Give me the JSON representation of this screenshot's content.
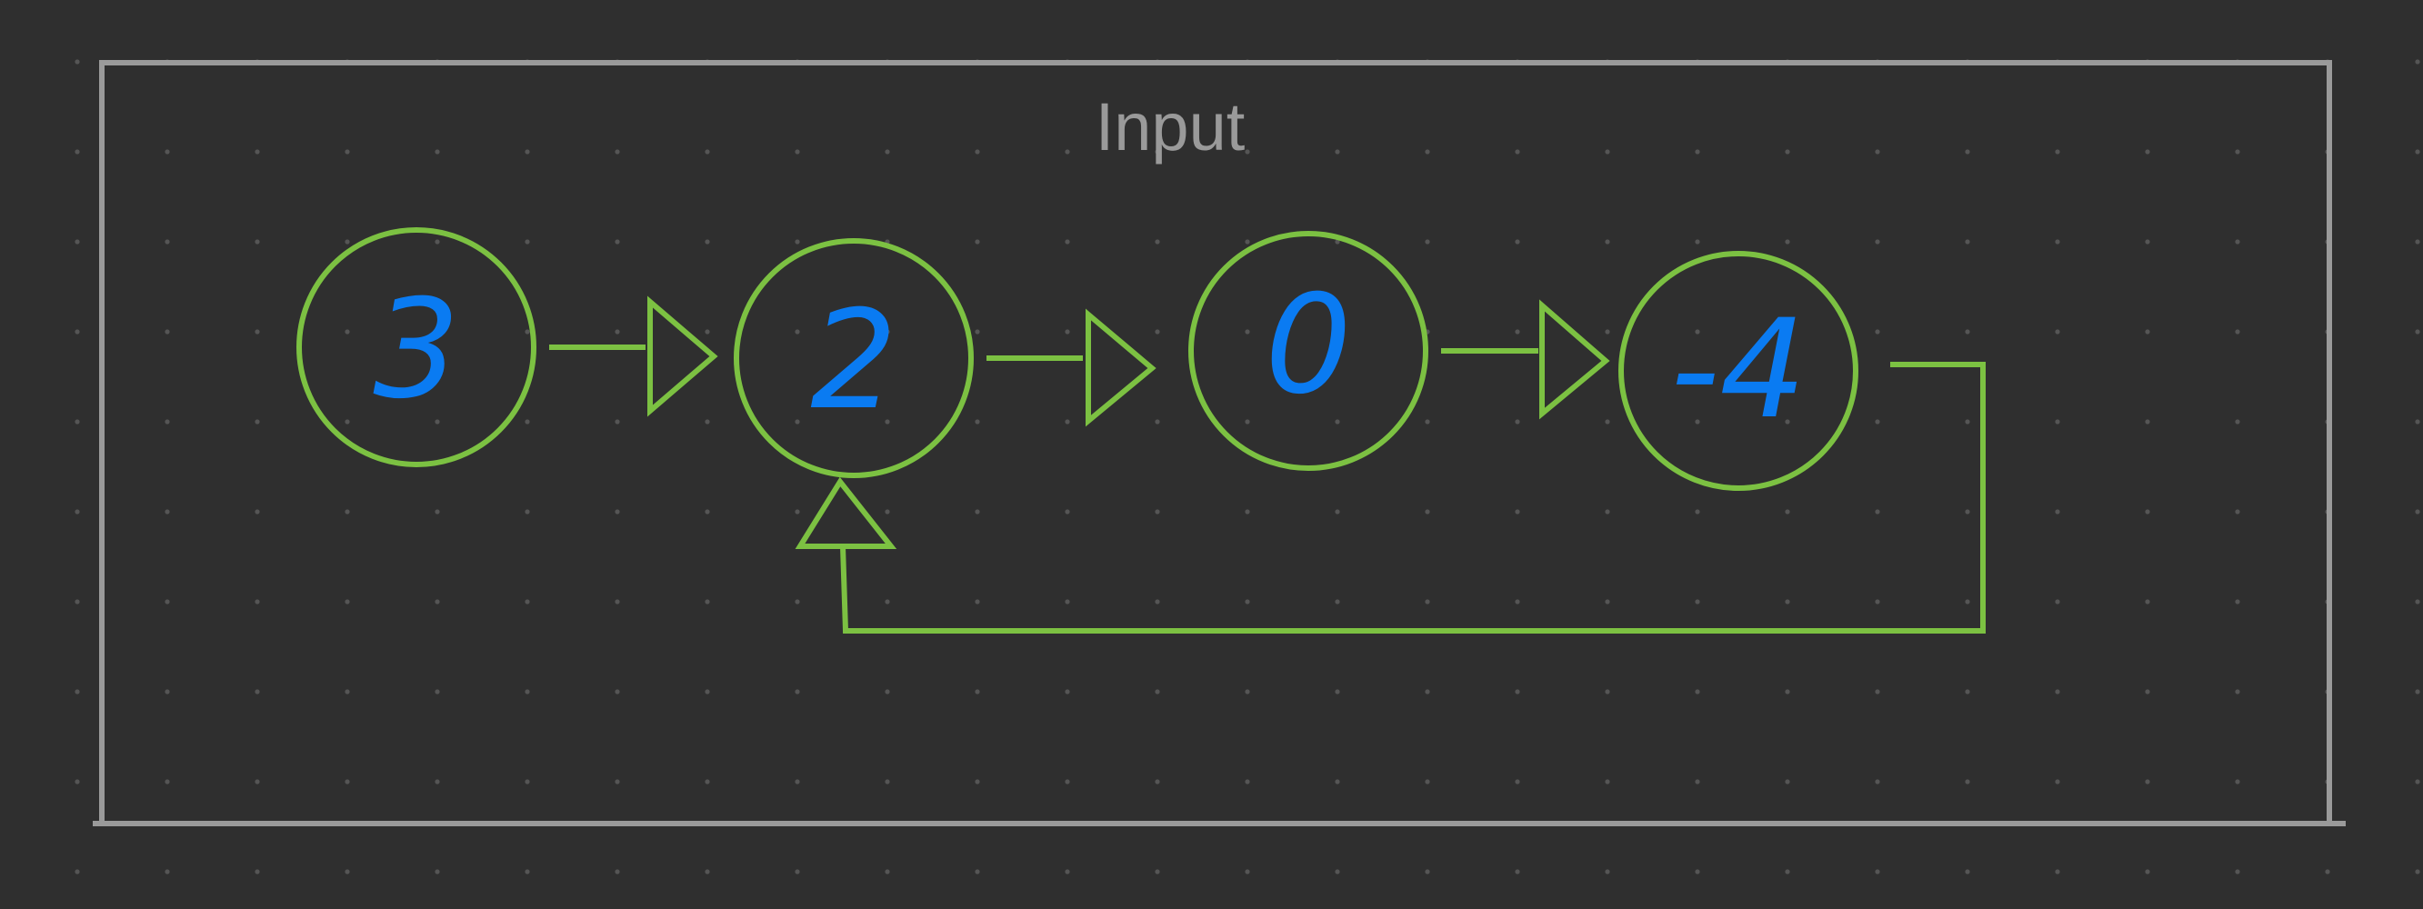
{
  "diagram": {
    "title": "Input",
    "nodes": [
      {
        "id": "n1",
        "value": "3"
      },
      {
        "id": "n2",
        "value": "2"
      },
      {
        "id": "n3",
        "value": "0"
      },
      {
        "id": "n4",
        "value": "-4"
      }
    ],
    "edges": [
      {
        "from": "n1",
        "to": "n2"
      },
      {
        "from": "n2",
        "to": "n3"
      },
      {
        "from": "n3",
        "to": "n4"
      },
      {
        "from": "n4",
        "to": "n2"
      }
    ],
    "colors": {
      "background": "#2f2f2f",
      "frame": "#9a9a9a",
      "node_stroke": "#7cc142",
      "node_text": "#0a7bf2",
      "edge": "#7cc142",
      "grid_dot": "#555555"
    }
  }
}
